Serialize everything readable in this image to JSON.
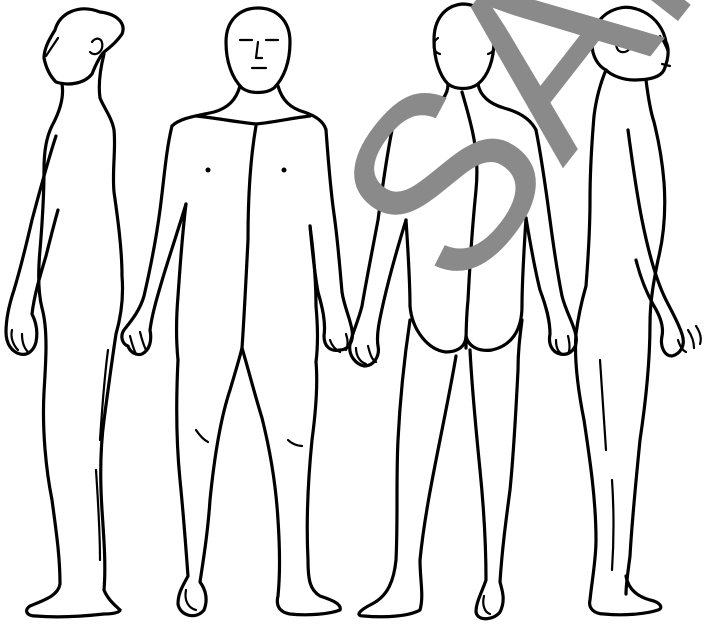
{
  "diagram": {
    "views": [
      {
        "id": "left-side",
        "label": ""
      },
      {
        "id": "front",
        "label": ""
      },
      {
        "id": "back",
        "label": ""
      },
      {
        "id": "right-side",
        "label": ""
      }
    ],
    "watermark": {
      "text": "SAMPLE",
      "color": "#8a8a8a"
    },
    "colors": {
      "outline": "#000000",
      "background": "#ffffff"
    }
  }
}
